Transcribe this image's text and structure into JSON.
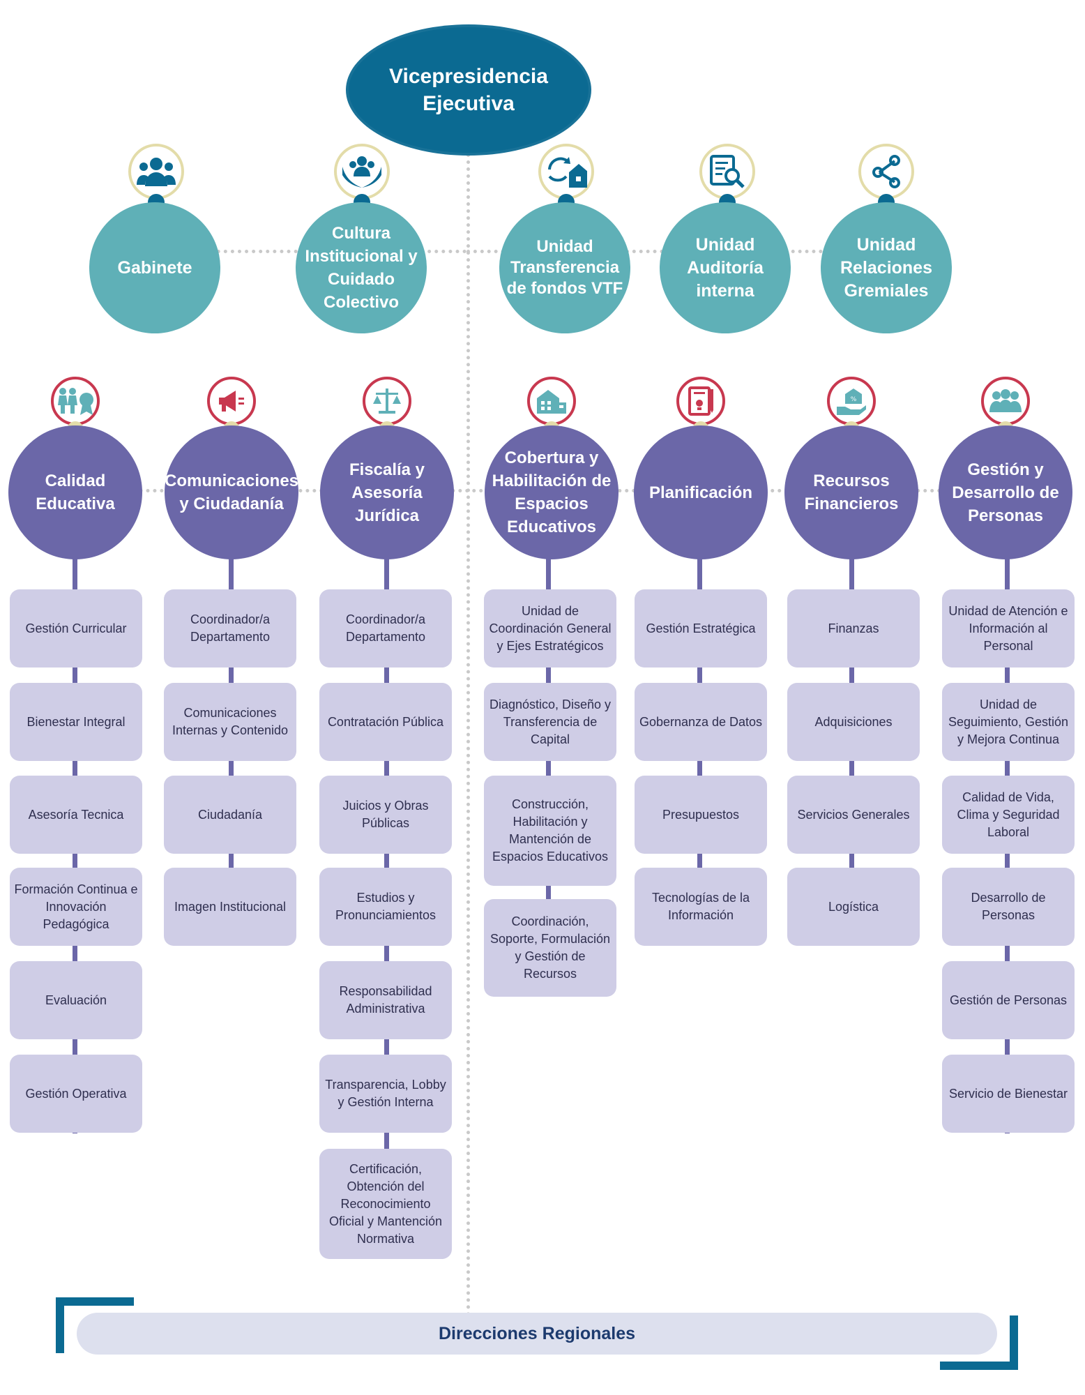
{
  "top": {
    "title": "Vicepresidencia Ejecutiva"
  },
  "units": [
    {
      "label": "Gabinete",
      "icon": "people-group-icon"
    },
    {
      "label": "Cultura Institucional y Cuidado Colectivo",
      "icon": "hands-people-icon"
    },
    {
      "label": "Unidad Transferencia de fondos VTF",
      "icon": "cycle-house-icon"
    },
    {
      "label": "Unidad Auditoría interna",
      "icon": "document-search-icon"
    },
    {
      "label": "Unidad Relaciones Gremiales",
      "icon": "network-share-icon"
    }
  ],
  "departments": [
    {
      "label": "Calidad Educativa",
      "icon": "children-award-icon",
      "items": [
        "Gestión Curricular",
        "Bienestar Integral",
        "Asesoría Tecnica",
        "Formación Continua e Innovación Pedagógica",
        "Evaluación",
        "Gestión Operativa"
      ]
    },
    {
      "label": "Comunicaciones y Ciudadanía",
      "icon": "megaphone-icon",
      "items": [
        "Coordinador/a Departamento",
        "Comunicaciones Internas y Contenido",
        "Ciudadanía",
        "Imagen Institucional"
      ]
    },
    {
      "label": "Fiscalía y Asesoría Jurídica",
      "icon": "scales-icon",
      "items": [
        "Coordinador/a Departamento",
        "Contratación Pública",
        "Juicios y Obras Públicas",
        "Estudios y Pronunciamientos",
        "Responsabilidad Administrativa",
        "Transparencia, Lobby y Gestión Interna",
        "Certificación, Obtención del Reconocimiento Oficial y Mantención Normativa"
      ]
    },
    {
      "label": "Cobertura y Habilitación de Espacios Educativos",
      "icon": "buildings-icon",
      "items": [
        "Unidad de Coordinación General y Ejes Estratégicos",
        "Diagnóstico, Diseño y Transferencia de Capital",
        "Construcción, Habilitación y Mantención de Espacios Educativos",
        "Coordinación, Soporte, Formulación y Gestión de Recursos"
      ]
    },
    {
      "label": "Planificación",
      "icon": "plan-board-icon",
      "items": [
        "Gestión Estratégica",
        "Gobernanza de Datos",
        "Presupuestos",
        "Tecnologías de la Información"
      ]
    },
    {
      "label": "Recursos Financieros",
      "icon": "hand-house-money-icon",
      "items": [
        "Finanzas",
        "Adquisiciones",
        "Servicios Generales",
        "Logística"
      ]
    },
    {
      "label": "Gestión y Desarrollo de Personas",
      "icon": "team-people-icon",
      "items": [
        "Unidad de Atención e Información al Personal",
        "Unidad de Seguimiento, Gestión y Mejora Continua",
        "Calidad de Vida, Clima y Seguridad Laboral",
        "Desarrollo de Personas",
        "Gestión de Personas",
        "Servicio de Bienestar"
      ]
    }
  ],
  "footer": {
    "label": "Direcciones Regionales"
  },
  "colors": {
    "top": "#0b6a92",
    "unit": "#5fb0b7",
    "department": "#6b67a8",
    "box": "#cfcde6",
    "unit_ring": "#e3dca9",
    "dept_ring": "#c8384f"
  }
}
